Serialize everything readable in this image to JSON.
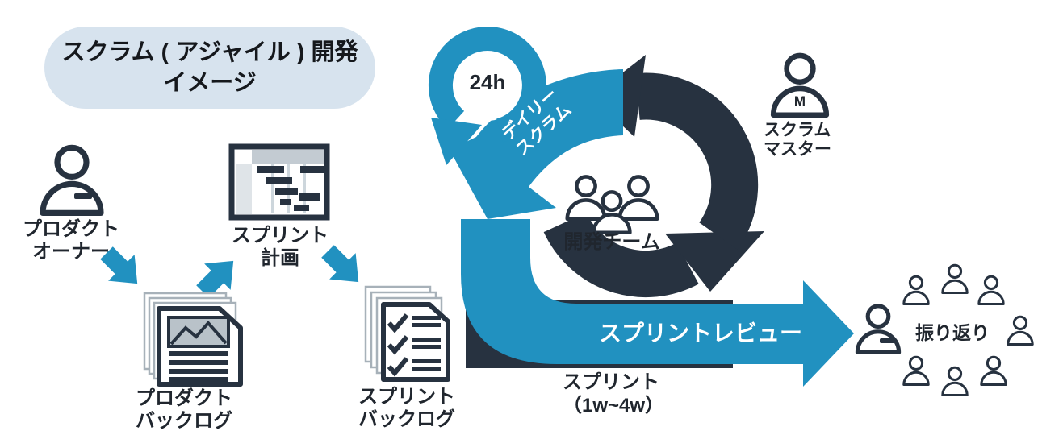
{
  "title": {
    "line1": "スクラム ( アジャイル ) 開発",
    "line2": "イメージ"
  },
  "colors": {
    "accent_blue": "#2191c0",
    "charcoal": "#273240",
    "title_bubble_bg": "#d7e3ee",
    "page_outline_gray": "#a7b1b9",
    "panel_gray": "#c3cbd2"
  },
  "flow": {
    "product_owner": {
      "line1": "プロダクト",
      "line2": "オーナー",
      "icon": "person-icon"
    },
    "product_backlog": {
      "line1": "プロダクト",
      "line2": "バックログ",
      "icon": "document-stack-icon"
    },
    "sprint_planning": {
      "line1": "スプリント",
      "line2": "計画",
      "icon": "gantt-board-icon"
    },
    "sprint_backlog": {
      "line1": "スプリント",
      "line2": "バックログ",
      "icon": "checklist-stack-icon"
    }
  },
  "cycle": {
    "daily_scrum": {
      "duration": "24h",
      "line1": "デイリー",
      "line2": "スクラム",
      "icon": "circular-arrow-icon"
    },
    "dev_team": {
      "label": "開発チーム",
      "icon": "team-icon"
    },
    "scrum_master": {
      "badge": "M",
      "line1": "スクラム",
      "line2": "マスター",
      "icon": "person-icon"
    },
    "sprint": {
      "line1": "スプリント",
      "line2": "（1w~4w）"
    },
    "sprint_review": {
      "label": "スプリントレビュー",
      "icon": "right-arrow-icon"
    }
  },
  "retrospective": {
    "label": "振り返り",
    "icon": "team-circle-icon",
    "members": 8
  }
}
